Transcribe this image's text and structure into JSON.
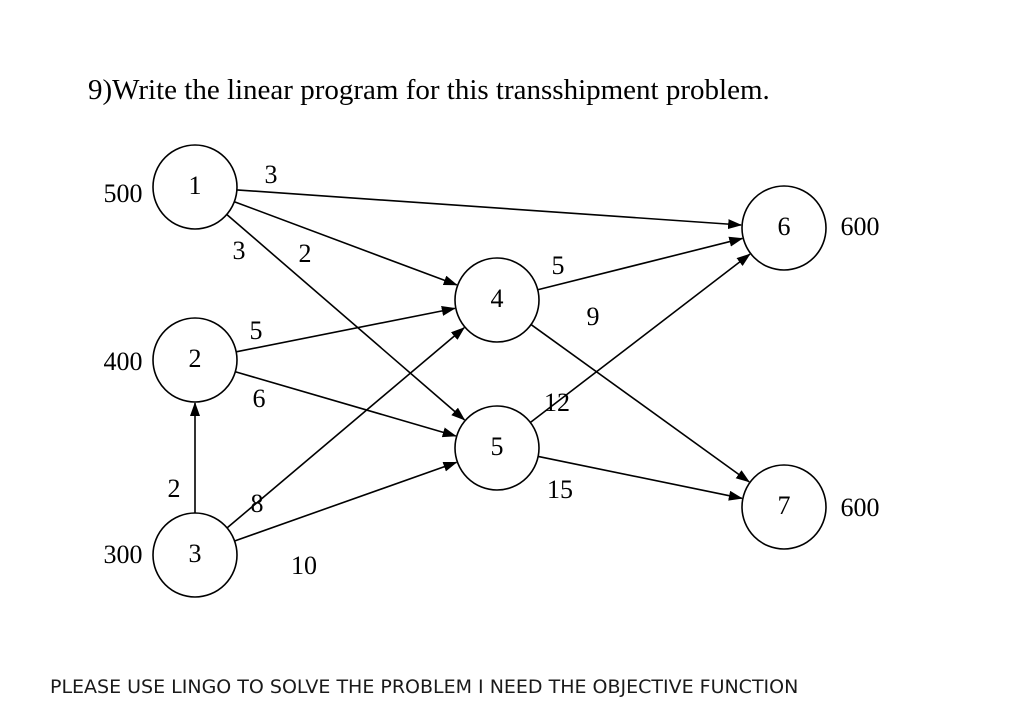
{
  "title": "9)Write the linear program for this transshipment problem.",
  "footer": "PLEASE USE LINGO TO SOLVE THE PROBLEM I NEED THE OBJECTIVE FUNCTION",
  "nodes": [
    {
      "id": "1",
      "label": "1",
      "amount": "500"
    },
    {
      "id": "2",
      "label": "2",
      "amount": "400"
    },
    {
      "id": "3",
      "label": "3",
      "amount": "300"
    },
    {
      "id": "4",
      "label": "4",
      "amount": ""
    },
    {
      "id": "5",
      "label": "5",
      "amount": ""
    },
    {
      "id": "6",
      "label": "6",
      "amount": "600"
    },
    {
      "id": "7",
      "label": "7",
      "amount": "600"
    }
  ],
  "edges": [
    {
      "from": "1",
      "to": "6",
      "cost": "3"
    },
    {
      "from": "1",
      "to": "4",
      "cost": "2"
    },
    {
      "from": "1",
      "to": "5",
      "cost": "3"
    },
    {
      "from": "2",
      "to": "4",
      "cost": "5"
    },
    {
      "from": "2",
      "to": "5",
      "cost": "6"
    },
    {
      "from": "3",
      "to": "2",
      "cost": "2"
    },
    {
      "from": "3",
      "to": "4",
      "cost": "8"
    },
    {
      "from": "3",
      "to": "5",
      "cost": "10"
    },
    {
      "from": "4",
      "to": "6",
      "cost": "5"
    },
    {
      "from": "4",
      "to": "7",
      "cost": "9"
    },
    {
      "from": "5",
      "to": "6",
      "cost": "12"
    },
    {
      "from": "5",
      "to": "7",
      "cost": "15"
    }
  ]
}
